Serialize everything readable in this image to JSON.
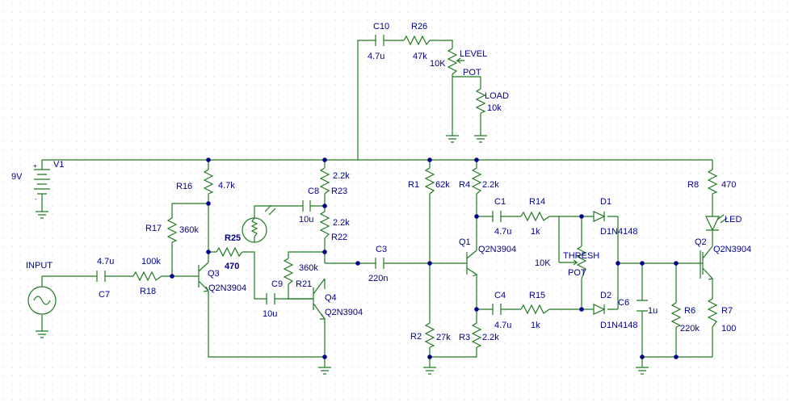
{
  "labels": {
    "c10": "C10",
    "c10_val": "4.7u",
    "r26": "R26",
    "r26_val": "47k",
    "level_val": "10K",
    "level": "LEVEL",
    "level_pot": "POT",
    "load": "LOAD",
    "load_val": "10k",
    "v1_val": "9V",
    "v1": "V1",
    "r16": "R16",
    "r16_val": "4.7k",
    "r23_val": "2.2k",
    "c8": "C8",
    "r23": "R23",
    "c8_val": "10u",
    "r17": "R17",
    "r17_val": "360k",
    "r22_val": "2.2k",
    "r22": "R22",
    "r25": "R25",
    "r25_val": "470",
    "input": "INPUT",
    "c7_val": "4.7u",
    "r18_val": "100k",
    "c7": "C7",
    "r18": "R18",
    "q3": "Q3",
    "q3_model": "Q2N3904",
    "r21_val": "360k",
    "c9": "C9",
    "r21": "R21",
    "c9_val": "10u",
    "q4": "Q4",
    "q4_model": "Q2N3904",
    "c3": "C3",
    "c3_val": "220n",
    "r1": "R1",
    "r1_val": "62k",
    "r4": "R4",
    "r4_val": "2.2k",
    "c1": "C1",
    "c1_val": "4.7u",
    "r14": "R14",
    "r14_val": "1k",
    "d1": "D1",
    "d1_model": "D1N4148",
    "q1": "Q1",
    "q1_model": "Q2N3904",
    "thresh_val": "10K",
    "thresh": "THRESH",
    "thresh_pot": "POT",
    "c4": "C4",
    "c4_val": "4.7u",
    "r15": "R15",
    "r15_val": "1k",
    "d2": "D2",
    "d2_model": "D1N4148",
    "c6": "C6",
    "c6_val": "1u",
    "r2": "R2",
    "r2_val": "27k",
    "r3": "R3",
    "r3_val": "2.2k",
    "r6": "R6",
    "r6_val": "220k",
    "r7": "R7",
    "r7_val": "100",
    "r8": "R8",
    "r8_val": "470",
    "led": "LED",
    "q2": "Q2",
    "q2_model": "Q2N3904"
  },
  "colors": {
    "wire": "#1f7a1f",
    "label": "#00008b",
    "node": "#00008b"
  }
}
